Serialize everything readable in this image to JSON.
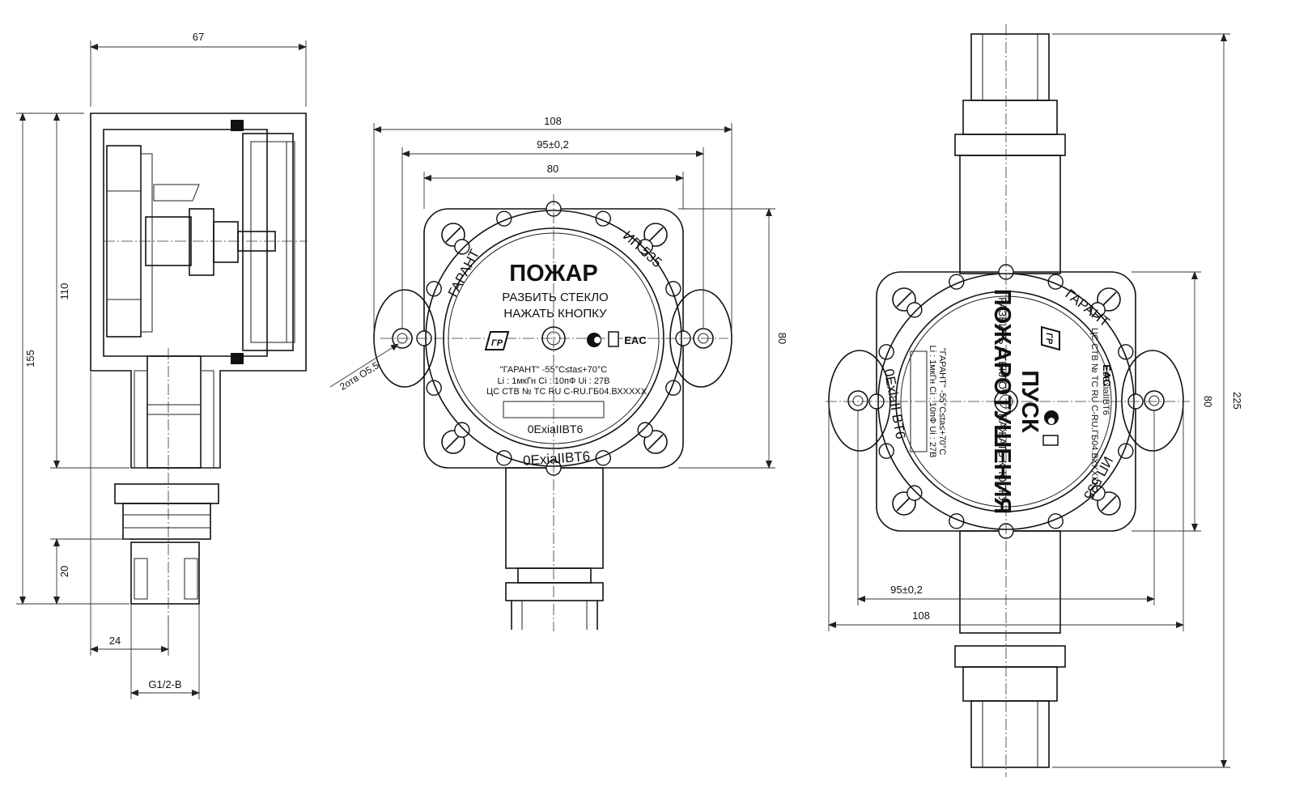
{
  "dimensions": {
    "side_width": "67",
    "side_height_total": "155",
    "side_height_body": "110",
    "side_fitting_height": "20",
    "side_fitting_offset": "24",
    "side_thread": "G1/2-B",
    "front_overall_width": "108",
    "front_hole_spacing": "95±0,2",
    "front_body_width": "80",
    "front_body_height": "80",
    "front_holes_note": "2отв О5,5",
    "right_height_total": "225",
    "right_body_height": "80",
    "right_hole_spacing": "95±0,2",
    "right_overall_width": "108"
  },
  "front_label": {
    "ring_left": "ГАРАНТ",
    "ring_right": "ИП 535",
    "ring_bottom": "0ExiaIIBT6",
    "title": "ПОЖАР",
    "line1": "РАЗБИТЬ СТЕКЛО",
    "line2": "НАЖАТЬ КНОПКУ",
    "spec1": "\"ГАРАНТ\"  -55°C≤ta≤+70°C",
    "spec2": "Li : 1мкГн   Ci : 10пФ   Ui : 27В",
    "spec3": "ЦС СТВ № ТС RU C-RU.ГБ04.ВХХХХХ",
    "marking": "0ExiaIIBT6",
    "logo_text": "ГР",
    "cert_text": "EAC"
  },
  "right_label": {
    "ring_top": "ГАРАНТ",
    "ring_bottom": "ИП 535",
    "ring_left": "0ExiaII BT6",
    "title1": "ПУСК",
    "title2": "ПОЖАРОТУШЕНИЯ",
    "line1": "РАЗБИТЬ СТЕКЛО",
    "line2": "НАЖАТЬ КНОПКУ",
    "spec1": "\"ГАРАНТ\"   -55°C≤ta≤+70°C",
    "spec2": "Li : 1мкГн   Ci : 10пФ   Ui : 27В",
    "spec3": "ЦС СТВ № ТС RU C-RU.ГБ04.ВХХХХХ",
    "marking": "0ExiaIIBT6",
    "logo_text": "ГР",
    "cert_text": "EAC"
  }
}
